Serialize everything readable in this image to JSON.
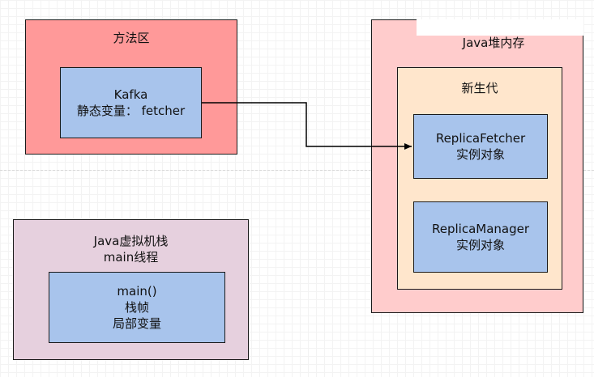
{
  "method_area": {
    "label": "方法区"
  },
  "kafka": {
    "line1": "Kafka",
    "line2": "静态变量： fetcher"
  },
  "heap": {
    "label": "Java堆内存"
  },
  "young_gen": {
    "label": "新生代"
  },
  "replica_fetcher": {
    "line1": "ReplicaFetcher",
    "line2": "实例对象"
  },
  "replica_manager": {
    "line1": "ReplicaManager",
    "line2": "实例对象"
  },
  "jvm_stack": {
    "line1": "Java虚拟机栈",
    "line2": "main线程"
  },
  "stack_frame": {
    "line1": "main()",
    "line2": "栈帧",
    "line3": "局部变量"
  },
  "colors": {
    "method_area": "#ff9999",
    "node": "#a8c4ec",
    "heap": "#ffcccc",
    "young_gen": "#ffe6cc",
    "jvm_stack": "#e6d0de"
  }
}
